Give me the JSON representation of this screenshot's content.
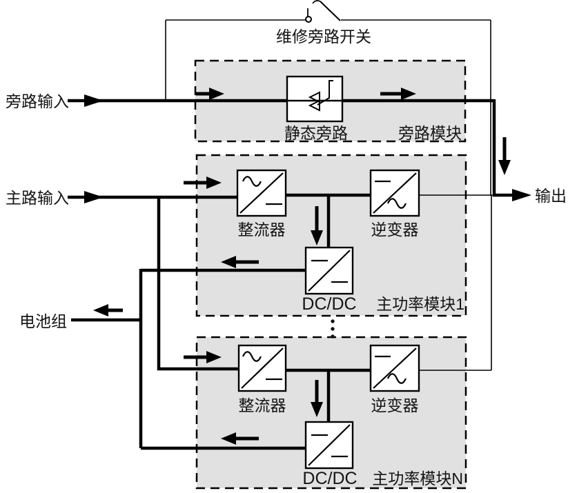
{
  "diagram": {
    "switch_label": "维修旁路开关",
    "inputs": {
      "bypass_input": "旁路输入",
      "main_input": "主路输入",
      "battery": "电池组"
    },
    "output_label": "输出",
    "bypass_module": {
      "component": "静态旁路",
      "label": "旁路模块"
    },
    "module1": {
      "rectifier": "整流器",
      "inverter": "逆变器",
      "dcdc": "DC/DC",
      "label": "主功率模块1"
    },
    "moduleN": {
      "rectifier": "整流器",
      "inverter": "逆变器",
      "dcdc": "DC/DC",
      "label": "主功率模块N"
    },
    "continuation_ellipsis": "⋮",
    "colors": {
      "module_fill": "#e1e1e1",
      "line": "#000000",
      "text": "#141414",
      "background": "#ffffff"
    }
  }
}
